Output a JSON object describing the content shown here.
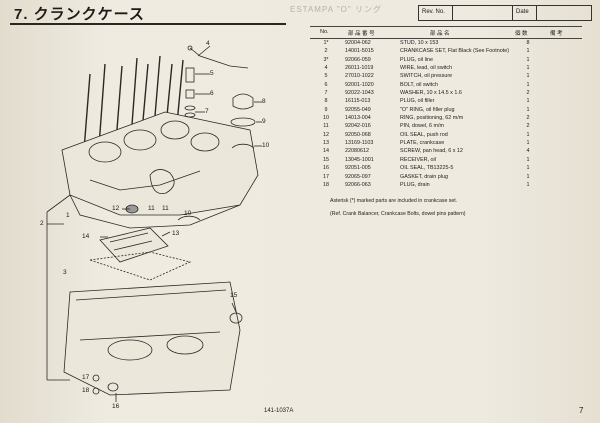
{
  "title": "7. クランクケース",
  "faint_header": "ESTAMPA \"O\" リング",
  "rev_box": {
    "rev_label": "Rev. No.",
    "date_label": "Date"
  },
  "table_header": {
    "no": "No.",
    "part_no": "部 品 番 号",
    "description": "部 品 名",
    "qty": "個 数",
    "remarks": "備 考"
  },
  "parts": [
    {
      "no": "1*",
      "part_no": "92004-062",
      "desc": "STUD, 10 x 153",
      "qty": "8"
    },
    {
      "no": "2",
      "part_no": "14001-5015",
      "desc": "CRANKCASE SET, Flat Black (See Footnote)",
      "qty": "1"
    },
    {
      "no": "3*",
      "part_no": "92066-059",
      "desc": "PLUG, oil line",
      "qty": "1"
    },
    {
      "no": "4",
      "part_no": "26011-1019",
      "desc": "WIRE, lead, oil switch",
      "qty": "1"
    },
    {
      "no": "5",
      "part_no": "27010-1022",
      "desc": "SWITCH, oil pressure",
      "qty": "1"
    },
    {
      "no": "6",
      "part_no": "92001-1020",
      "desc": "BOLT, oil switch",
      "qty": "1"
    },
    {
      "no": "7",
      "part_no": "92022-1043",
      "desc": "WASHER, 10 x 14.5 x 1.6",
      "qty": "2"
    },
    {
      "no": "8",
      "part_no": "16115-013",
      "desc": "PLUG, oil filler",
      "qty": "1"
    },
    {
      "no": "9",
      "part_no": "92055-049",
      "desc": "\"O\" RING, oil filler plug",
      "qty": "1"
    },
    {
      "no": "10",
      "part_no": "14013-004",
      "desc": "RING, positioning, 62 m/m",
      "qty": "2"
    },
    {
      "no": "11",
      "part_no": "92042-016",
      "desc": "PIN, dowel, 6 m/m",
      "qty": "2"
    },
    {
      "no": "12",
      "part_no": "92050-068",
      "desc": "OIL SEAL, push rod",
      "qty": "1"
    },
    {
      "no": "13",
      "part_no": "13169-1103",
      "desc": "PLATE, crankcase",
      "qty": "1"
    },
    {
      "no": "14",
      "part_no": "22080612",
      "desc": "SCREW, pan head, 6 x 12",
      "qty": "4"
    },
    {
      "no": "15",
      "part_no": "13045-1001",
      "desc": "RECEIVER, oil",
      "qty": "1"
    },
    {
      "no": "16",
      "part_no": "92051-005",
      "desc": "OIL SEAL, TB13225-5",
      "qty": "1"
    },
    {
      "no": "17",
      "part_no": "92065-097",
      "desc": "GASKET, drain plug",
      "qty": "1"
    },
    {
      "no": "18",
      "part_no": "92066-063",
      "desc": "PLUG, drain",
      "qty": "1"
    }
  ],
  "footnote_1": "Asterisk (*) marked parts are included in crankcase set.",
  "footnote_2": "(Ref. Crank Balancer, Crankcase Bolts, dowel pins pattern)",
  "callouts": {
    "c1": "1",
    "c2": "2",
    "c3": "3",
    "c4": "4",
    "c5": "5",
    "c6": "6",
    "c7": "7",
    "c8": "8",
    "c9": "9",
    "c10": "10",
    "c11": "11",
    "c12": "12",
    "c13": "13",
    "c14": "14",
    "c15": "15",
    "c16": "16",
    "c17": "17",
    "c18": "18",
    "c10b": "10",
    "c11b": "11"
  },
  "doc_code": "141-1037A",
  "page_number": "7"
}
